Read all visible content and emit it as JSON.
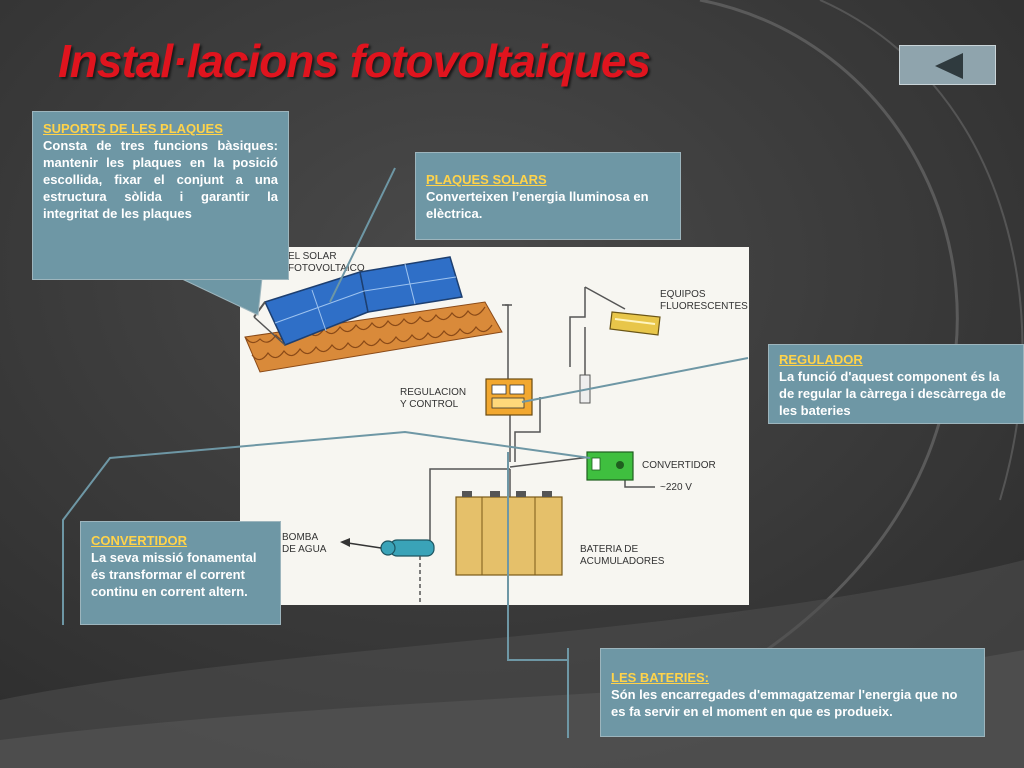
{
  "slide": {
    "title": "Instal·lacions fotovoltaiques"
  },
  "nav": {
    "back_icon": "triangle-left-icon"
  },
  "boxes": {
    "suports": {
      "heading": "SUPORTS DE LES PLAQUES",
      "body": "Consta de tres funcions bàsiques: mantenir les plaques en la posició escollida, fixar el conjunt a una estructura sòlida i garantir la integritat de les plaques"
    },
    "plaques": {
      "heading": "PLAQUES SOLARS",
      "body": "Converteixen l’energia lluminosa en elèctrica."
    },
    "regulador": {
      "heading": "REGULADOR",
      "body": "La funció d'aquest component és la de regular la càrrega i descàrrega de les bateries"
    },
    "convertidor": {
      "heading": "CONVERTIDOR",
      "body": "La seva missió fonamental és transformar el corrent continu en corrent altern."
    },
    "bateries": {
      "heading": "LES BATERIES:",
      "body": "Són les encarregades d'emmagatzemar l'energia que no es fa servir en el moment en que es produeix."
    }
  },
  "diagram_labels": {
    "panel_line1": "EL SOLAR",
    "panel_line2": "FOTOVOLTAICO",
    "lights_line1": "EQUIPOS",
    "lights_line2": "FLUORESCENTES",
    "regulation_line1": "REGULACION",
    "regulation_line2": "Y CONTROL",
    "converter": "CONVERTIDOR",
    "voltage": "~220 V",
    "pump_line1": "BOMBA",
    "pump_line2": "DE AGUA",
    "battery_line1": "BATERIA DE",
    "battery_line2": "ACUMULADORES"
  },
  "colors": {
    "title": "#e0141e",
    "box_fill": "#6e97a5",
    "box_heading": "#ffd34a",
    "background": "#3a3a3a"
  }
}
